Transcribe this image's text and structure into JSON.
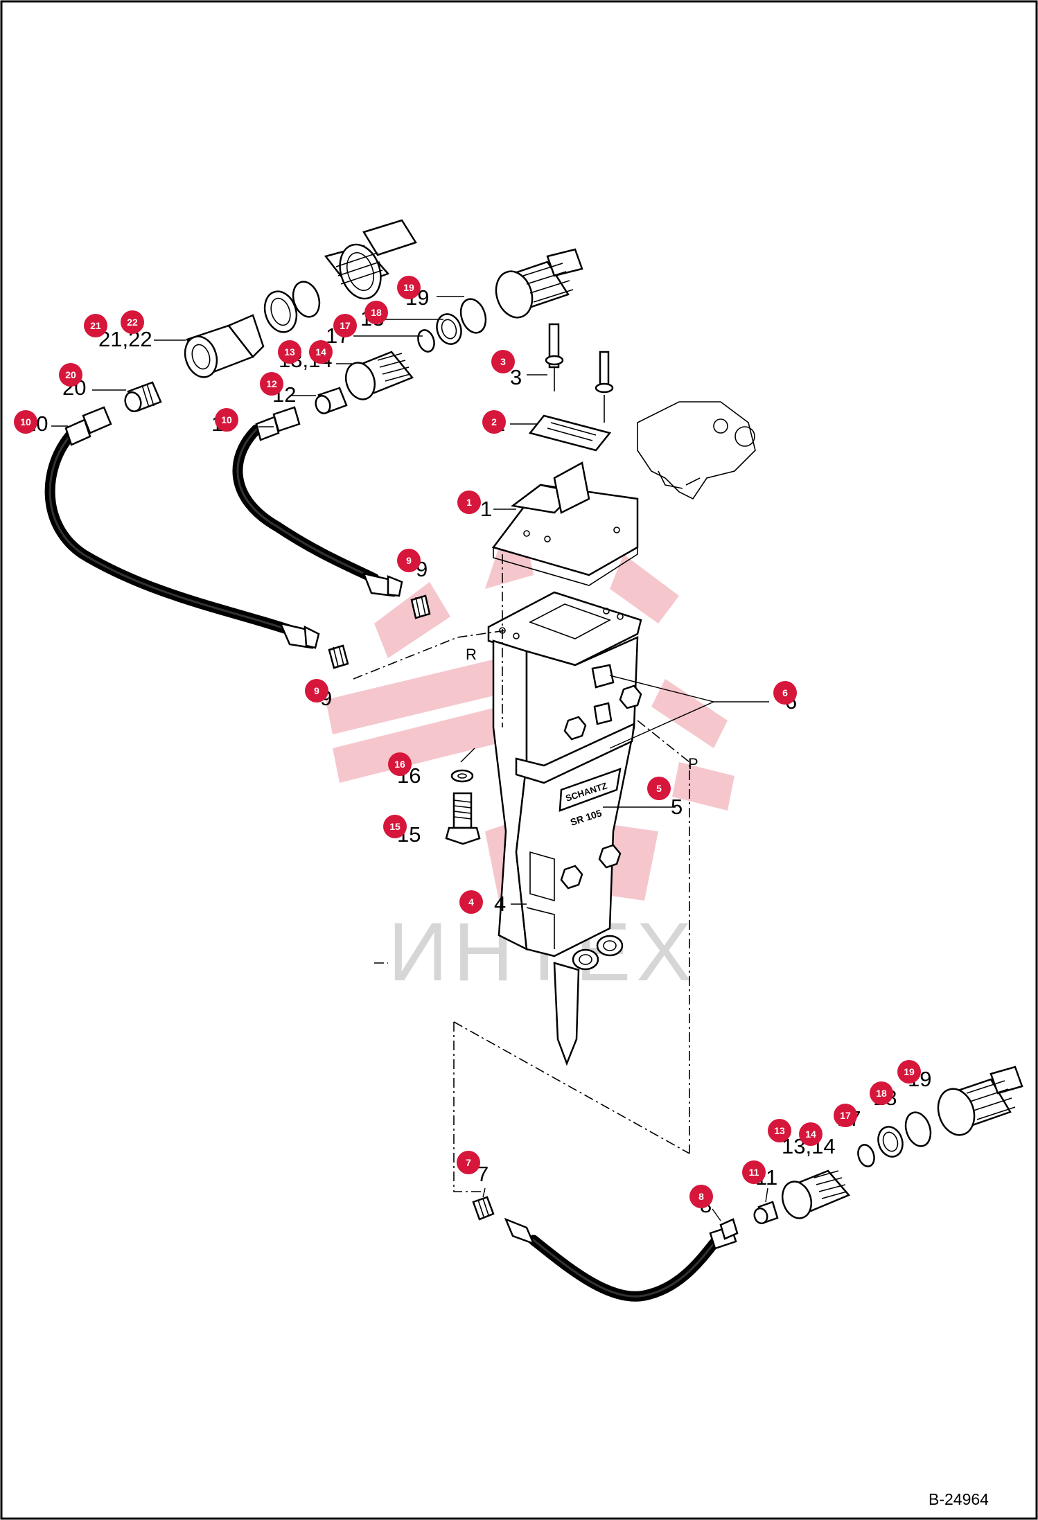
{
  "drawing": {
    "id_label": "B-24964",
    "watermark_text": "ИНТЕХ",
    "ports": {
      "return": "R",
      "pressure": "P"
    },
    "nameplate": {
      "brand": "SCHANTZ",
      "model": "SR 105"
    },
    "colors": {
      "callout": "#d6163a",
      "watermark": "#f2b8c0",
      "watermark_text": "#cfcfcf"
    }
  },
  "labels": [
    {
      "id": "lbl-21-22",
      "text": "21,22"
    },
    {
      "id": "lbl-20",
      "text": "20"
    },
    {
      "id": "lbl-10-a",
      "text": "10"
    },
    {
      "id": "lbl-10-b",
      "text": "10"
    },
    {
      "id": "lbl-13-14-a",
      "text": "13,14"
    },
    {
      "id": "lbl-12",
      "text": "12"
    },
    {
      "id": "lbl-17-a",
      "text": "17"
    },
    {
      "id": "lbl-18-a",
      "text": "18"
    },
    {
      "id": "lbl-19-a",
      "text": "19"
    },
    {
      "id": "lbl-3",
      "text": "3"
    },
    {
      "id": "lbl-2",
      "text": "2"
    },
    {
      "id": "lbl-1",
      "text": "1"
    },
    {
      "id": "lbl-9-a",
      "text": "9"
    },
    {
      "id": "lbl-9-b",
      "text": "9"
    },
    {
      "id": "lbl-6",
      "text": "6"
    },
    {
      "id": "lbl-16",
      "text": "16"
    },
    {
      "id": "lbl-15",
      "text": "15"
    },
    {
      "id": "lbl-5",
      "text": "5"
    },
    {
      "id": "lbl-4",
      "text": "4"
    },
    {
      "id": "lbl-7",
      "text": "7"
    },
    {
      "id": "lbl-8",
      "text": "8"
    },
    {
      "id": "lbl-11",
      "text": "11"
    },
    {
      "id": "lbl-13-14-b",
      "text": "13,14"
    },
    {
      "id": "lbl-17-b",
      "text": "17"
    },
    {
      "id": "lbl-18-b",
      "text": "18"
    },
    {
      "id": "lbl-19-b",
      "text": "19"
    }
  ],
  "callouts": [
    "21",
    "22",
    "20",
    "10",
    "10",
    "13",
    "14",
    "12",
    "17",
    "18",
    "19",
    "3",
    "2",
    "1",
    "9",
    "9",
    "6",
    "16",
    "15",
    "5",
    "4",
    "7",
    "8",
    "11",
    "13",
    "14",
    "17",
    "18",
    "19"
  ]
}
